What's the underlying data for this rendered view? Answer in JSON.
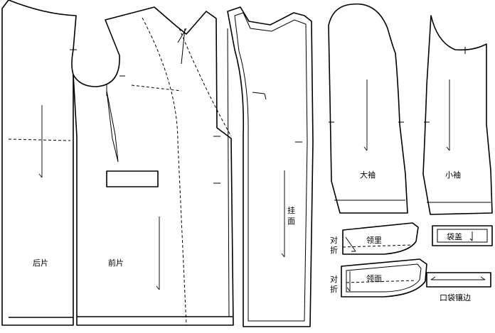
{
  "labels": {
    "back_piece": "后片",
    "front_piece": "前片",
    "facing_1": "挂",
    "facing_2": "面",
    "top_sleeve": "大袖",
    "under_sleeve": "小袖",
    "under_collar": "领里",
    "top_collar": "领面",
    "fold_1a": "对",
    "fold_1b": "折",
    "fold_2a": "对",
    "fold_2b": "折",
    "pocket_flap": "袋盖",
    "pocket_welt": "口袋镶边"
  }
}
